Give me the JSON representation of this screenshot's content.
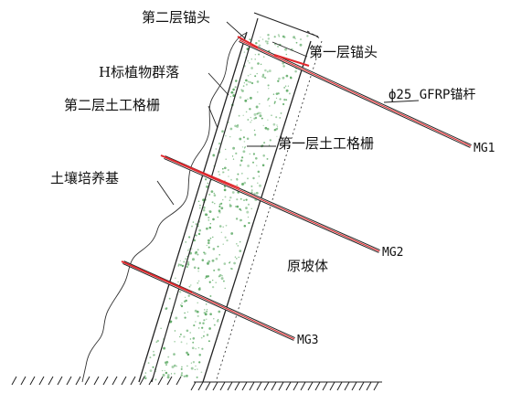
{
  "labels": {
    "second_anchor_head": "第二层锚头",
    "first_anchor_head": "第一层锚头",
    "plant_community": "H标植物群落",
    "second_geogrid": "第二层土工格栅",
    "gfrp_anchor": "ф25 GFRP锚杆",
    "first_geogrid": "第一层土工格栅",
    "soil_substrate": "土壤培养基",
    "original_slope": "原坡体",
    "mg1": "MG1",
    "mg2": "MG2",
    "mg3": "MG3"
  },
  "colors": {
    "line": "#222222",
    "anchor_red": "#e0282d",
    "speckle_green": "#5aa862"
  }
}
